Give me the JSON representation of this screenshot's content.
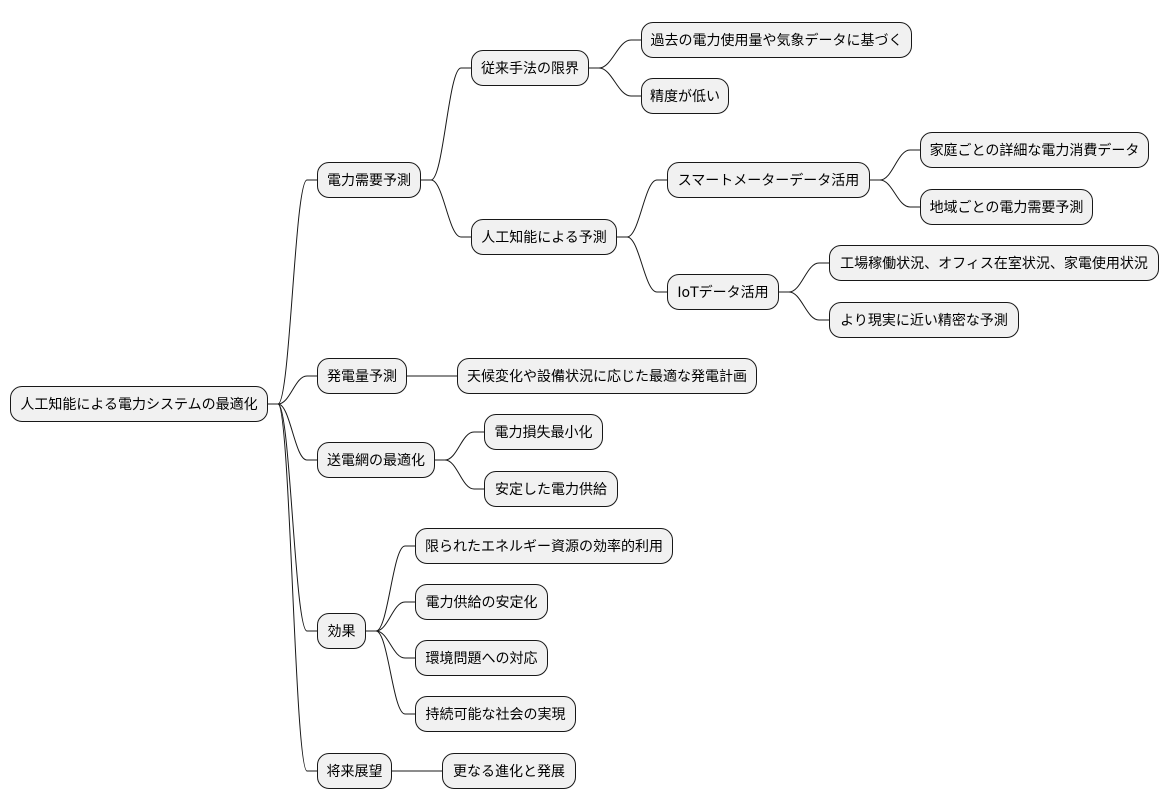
{
  "colors": {
    "node_fill": "#f1f1f1",
    "node_stroke": "#181818",
    "edge": "#181818"
  },
  "root": "人工知能による電力システムの最適化",
  "nodes": {
    "demand": "電力需要予測",
    "traditional": "従来手法の限界",
    "traditional_1": "過去の電力使用量や気象データに基づく",
    "traditional_2": "精度が低い",
    "ai": "人工知能による予測",
    "smartmeter": "スマートメーターデータ活用",
    "smartmeter_1": "家庭ごとの詳細な電力消費データ",
    "smartmeter_2": "地域ごとの電力需要予測",
    "iot": "IoTデータ活用",
    "iot_1": "工場稼働状況、オフィス在室状況、家電使用状況",
    "iot_2": "より現実に近い精密な予測",
    "generation": "発電量予測",
    "generation_1": "天候変化や設備状況に応じた最適な発電計画",
    "grid": "送電網の最適化",
    "grid_1": "電力損失最小化",
    "grid_2": "安定した電力供給",
    "effect": "効果",
    "effect_1": "限られたエネルギー資源の効率的利用",
    "effect_2": "電力供給の安定化",
    "effect_3": "環境問題への対応",
    "effect_4": "持続可能な社会の実現",
    "future": "将来展望",
    "future_1": "更なる進化と発展"
  }
}
